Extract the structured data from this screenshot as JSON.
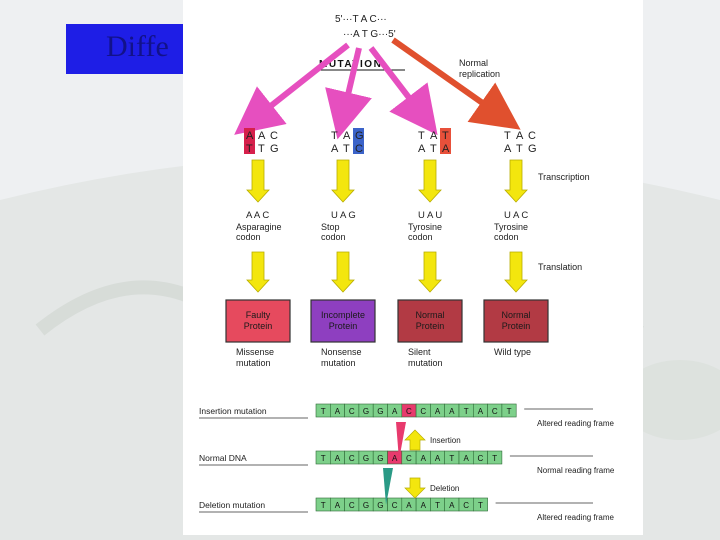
{
  "slide": {
    "title": "Diffe"
  },
  "diagram": {
    "dna_top": "5'···T A C···",
    "dna_bottom": "···A T G···5'",
    "mutation_label": "MUTATION",
    "normal_replication": [
      "Normal",
      "replication"
    ],
    "columns": [
      {
        "dna_top": "AAC",
        "dna_bottom": "TTG",
        "highlight_index": 0,
        "highlight_color": "#d6204b",
        "codon": "A A C",
        "desc": [
          "Asparagine",
          "codon"
        ],
        "box": [
          "Faulty",
          "Protein"
        ],
        "box_color": "#e64a5e",
        "result": [
          "Missense",
          "mutation"
        ]
      },
      {
        "dna_top": "TAG",
        "dna_bottom": "ATC",
        "highlight_index": 2,
        "highlight_color": "#3b63c9",
        "codon": "U A G",
        "desc": [
          "Stop",
          "codon"
        ],
        "box": [
          "Incomplete",
          "Protein"
        ],
        "box_color": "#8e3fc0",
        "result": [
          "Nonsense",
          "mutation"
        ]
      },
      {
        "dna_top": "TAT",
        "dna_bottom": "ATA",
        "highlight_index": 2,
        "highlight_color": "#e8503a",
        "codon": "U A U",
        "desc": [
          "Tyrosine",
          "codon"
        ],
        "box": [
          "Normal",
          "Protein"
        ],
        "box_color": "#b23a44",
        "result": [
          "Silent",
          "mutation"
        ]
      },
      {
        "dna_top": "TAC",
        "dna_bottom": "ATG",
        "highlight_index": -1,
        "highlight_color": "",
        "codon": "U A C",
        "desc": [
          "Tyrosine",
          "codon"
        ],
        "box": [
          "Normal",
          "Protein"
        ],
        "box_color": "#b23a44",
        "result": [
          "Wild type"
        ]
      }
    ],
    "transcription_label": "Transcription",
    "translation_label": "Translation",
    "frames": [
      {
        "label": "Insertion mutation",
        "bases": [
          "T",
          "A",
          "C",
          "G",
          "G",
          "A",
          "C",
          "C",
          "A",
          "A",
          "T",
          "A",
          "C",
          "T"
        ],
        "highlight": 6,
        "right_label": "Altered reading frame"
      },
      {
        "label": "Normal DNA",
        "bases": [
          "T",
          "A",
          "C",
          "G",
          "G",
          "A",
          "C",
          "A",
          "A",
          "T",
          "A",
          "C",
          "T"
        ],
        "highlight": 5,
        "right_label": "Normal reading frame"
      },
      {
        "label": "Deletion mutation",
        "bases": [
          "T",
          "A",
          "C",
          "G",
          "G",
          "C",
          "A",
          "A",
          "T",
          "A",
          "C",
          "T"
        ],
        "highlight": -1,
        "right_label": "Altered reading frame"
      }
    ],
    "insertion_label": "Insertion",
    "deletion_label": "Deletion"
  },
  "colors": {
    "title_box": "#1e1ee6",
    "mutation_arrow": "#e64fbf",
    "normal_arrow": "#e0502e",
    "flow_arrow": "#f3e60e",
    "frame_cell": "#7dd08a"
  }
}
